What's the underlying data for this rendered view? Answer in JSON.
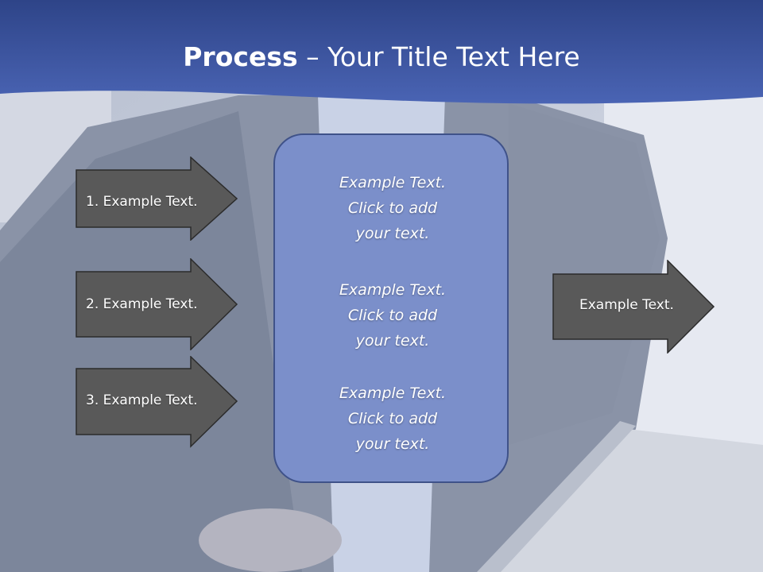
{
  "title": {
    "bold": "Process",
    "rest": " – Your Title Text Here"
  },
  "left_arrows": [
    {
      "label": "1. Example Text."
    },
    {
      "label": "2. Example Text."
    },
    {
      "label": "3. Example Text."
    }
  ],
  "panel": {
    "blocks": [
      {
        "line1": "Example Text.",
        "line2": "Click  to add",
        "line3": "your text."
      },
      {
        "line1": "Example Text.",
        "line2": "Click  to add",
        "line3": "your text."
      },
      {
        "line1": "Example Text.",
        "line2": "Click  to add",
        "line3": "your text."
      }
    ]
  },
  "right_arrow": {
    "label": "Example Text."
  },
  "colors": {
    "banner": "#3f5aa8",
    "arrow_fill": "#595959",
    "panel_fill": "#7b8fca",
    "panel_border": "#3f5289"
  }
}
